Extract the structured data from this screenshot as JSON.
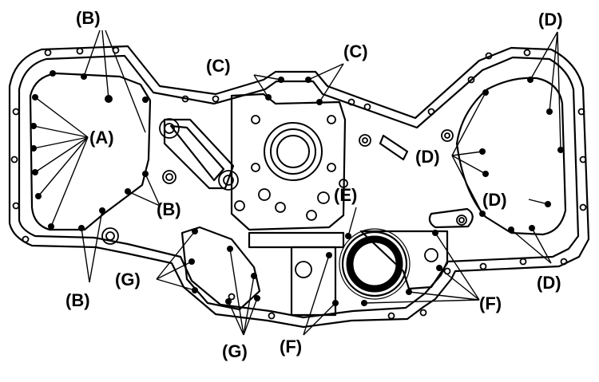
{
  "diagram": {
    "colors": {
      "ink": "#000000",
      "paper": "#ffffff"
    },
    "labels": {
      "b_top": "(B)",
      "c_left": "(C)",
      "c_right": "(C)",
      "d_top": "(D)",
      "a": "(A)",
      "d_mid": "(D)",
      "e": "(E)",
      "b_mid": "(B)",
      "d_inner": "(D)",
      "g_left": "(G)",
      "d_bottom": "(D)",
      "b_bottom": "(B)",
      "f_right": "(F)",
      "g_bottom": "(G)",
      "f_bottom": "(F)"
    }
  }
}
